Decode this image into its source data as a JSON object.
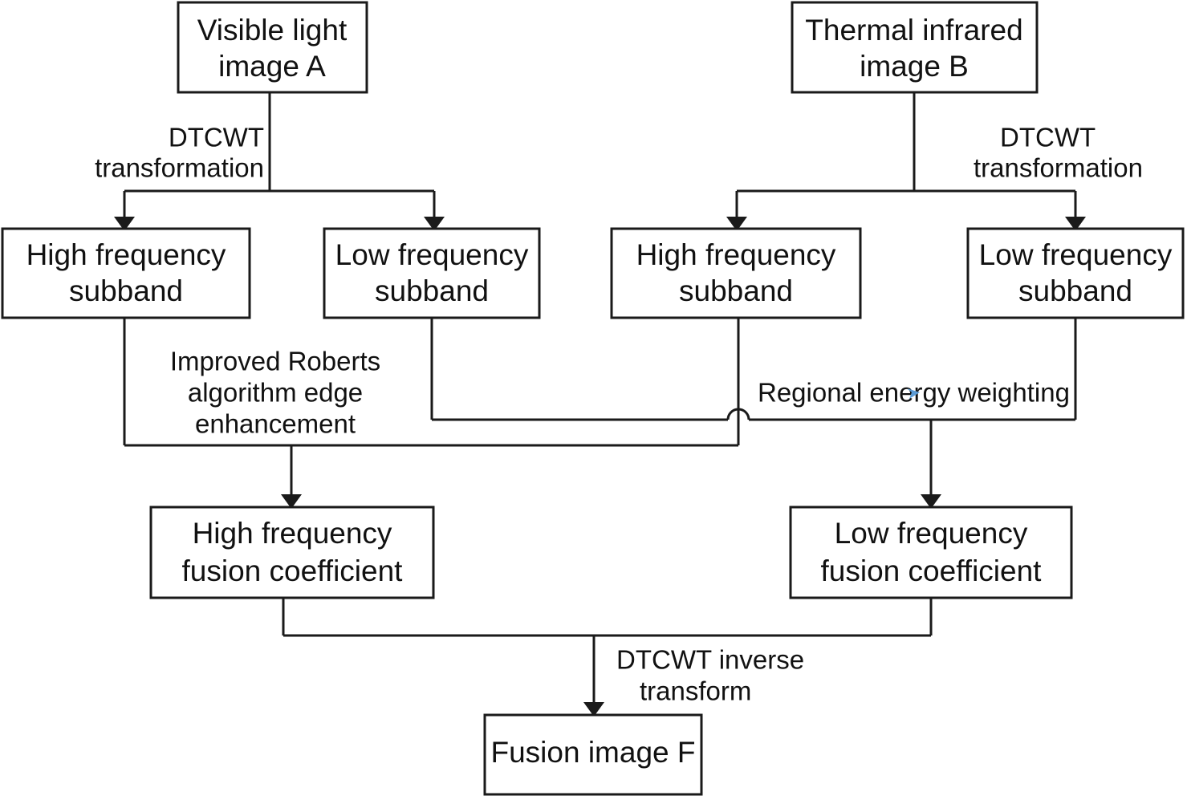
{
  "diagram": {
    "title": "DTCWT image fusion flowchart",
    "background_color": "#ffffff",
    "line_color": "#1a1a1a",
    "text_color": "#111111",
    "artifact_color": "#5b9bd5",
    "nodes": [
      {
        "id": "visible-light-image-a",
        "line1": "Visible light",
        "line2": "image A"
      },
      {
        "id": "thermal-infrared-image-b",
        "line1": "Thermal infrared",
        "line2": "image B"
      },
      {
        "id": "high-frequency-subband-a",
        "line1": "High frequency",
        "line2": "subband"
      },
      {
        "id": "low-frequency-subband-a",
        "line1": "Low frequency",
        "line2": "subband"
      },
      {
        "id": "high-frequency-subband-b",
        "line1": "High frequency",
        "line2": "subband"
      },
      {
        "id": "low-frequency-subband-b",
        "line1": "Low frequency",
        "line2": "subband"
      },
      {
        "id": "high-frequency-fusion-coefficient",
        "line1": "High frequency",
        "line2": "fusion coefficient"
      },
      {
        "id": "low-frequency-fusion-coefficient",
        "line1": "Low frequency",
        "line2": "fusion coefficient"
      },
      {
        "id": "fusion-image-f",
        "line1": "Fusion image F",
        "line2": ""
      }
    ],
    "edge_labels": [
      {
        "id": "dtcwt-transformation-left",
        "line1": "DTCWT",
        "line2": "transformation"
      },
      {
        "id": "dtcwt-transformation-right",
        "line1": "DTCWT",
        "line2": "transformation"
      },
      {
        "id": "improved-roberts",
        "line1": "Improved Roberts",
        "line2": "algorithm edge",
        "line3": "enhancement"
      },
      {
        "id": "regional-energy-weighting",
        "line1": "Regional energy weighting",
        "line2": ""
      },
      {
        "id": "dtcwt-inverse-transform",
        "line1": "DTCWT inverse",
        "line2": "transform"
      }
    ]
  }
}
